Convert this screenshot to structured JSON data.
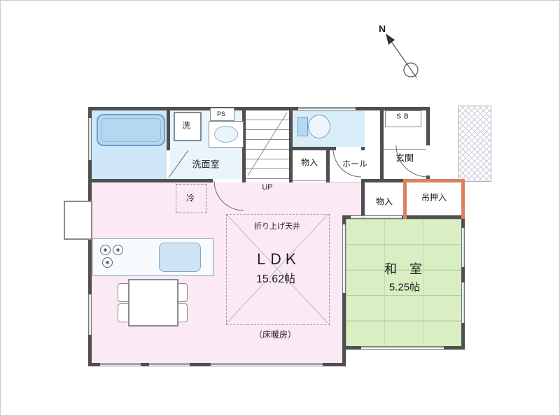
{
  "labels": {
    "washroom": "洗面室",
    "ps": "PS",
    "washer": "洗",
    "up": "UP",
    "storage_top": "物入",
    "hall": "ホール",
    "shoe_box": "SB",
    "entrance": "玄関",
    "fridge": "冷",
    "storage_mid": "物入",
    "hanging_closet": "吊押入",
    "raised_ceiling": "折り上げ天井",
    "ldk_name": "ＬＤＫ",
    "ldk_size": "15.62帖",
    "floor_heating": "（床暖房）",
    "washitsu_name": "和　室",
    "washitsu_size": "5.25帖",
    "compass_north": "N"
  },
  "colors": {
    "wall": "#4f4f4f",
    "closet_wall": "#dd7f63",
    "bathroom_fill": "#cfe7f8",
    "washroom_fill": "#eaf4fb",
    "toilet_fill": "#d9edf9",
    "ldk_fill": "#fbeaf5",
    "tatami_fill": "#d9efc3",
    "tatami_line": "#a6cb8c",
    "fixture_fill": "#b5d8f1"
  }
}
